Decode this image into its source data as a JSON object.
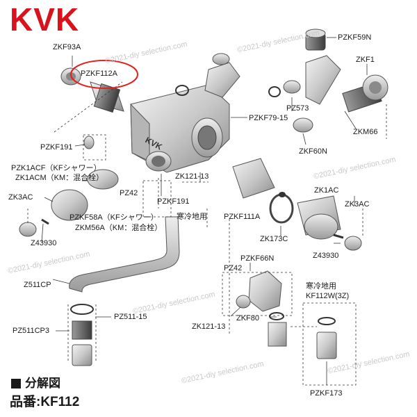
{
  "brand": {
    "logo_text": "KVK",
    "logo_color": "#d7141d"
  },
  "title": {
    "heading": "分解図",
    "model": "品番:KF112"
  },
  "highlight": {
    "part": "PZKF112A",
    "ring_color": "#e0221e"
  },
  "watermark": "©2021-diy selection.com",
  "labels": {
    "zkf93a": "ZKF93A",
    "pzkf112a": "PZKF112A",
    "pzkf59n": "PZKF59N",
    "zkf1": "ZKF1",
    "pz573": "PZ573",
    "pzkf79_15": "PZKF79-15",
    "zkm66": "ZKM66",
    "zkf60n": "ZKF60N",
    "pzkf191_a": "PZKF191",
    "pzk1acf": "PZK1ACF（KFシャワー）",
    "zk1acm": "ZK1ACM（KM：混合栓）",
    "zk3ac_left": "ZK3AC",
    "pzkf58a": "PZKF58A（KFシャワー）",
    "zkm56a": "ZKM56A（KM：混合栓）",
    "z43930_left": "Z43930",
    "zk121_13_top": "ZK121-13",
    "pz42_top": "PZ42",
    "pzkf191_b": "PZKF191",
    "kanrei_a": "寒冷地用",
    "pzkf111a": "PZKF111A",
    "zk1ac": "ZK1AC",
    "zk3ac_right": "ZK3AC",
    "zk173c": "ZK173C",
    "z43930_right": "Z43930",
    "pzkf66n": "PZKF66N",
    "pz42_bottom": "PZ42",
    "z511cp": "Z511CP",
    "pz511_15": "PZ511-15",
    "pz511cp3": "PZ511CP3",
    "kanrei_b": "寒冷地用",
    "kf112w": "KF112W(3Z)",
    "zkf80": "ZKF80",
    "zk121_13_bottom": "ZK121-13",
    "pzkf173": "PZKF173"
  }
}
